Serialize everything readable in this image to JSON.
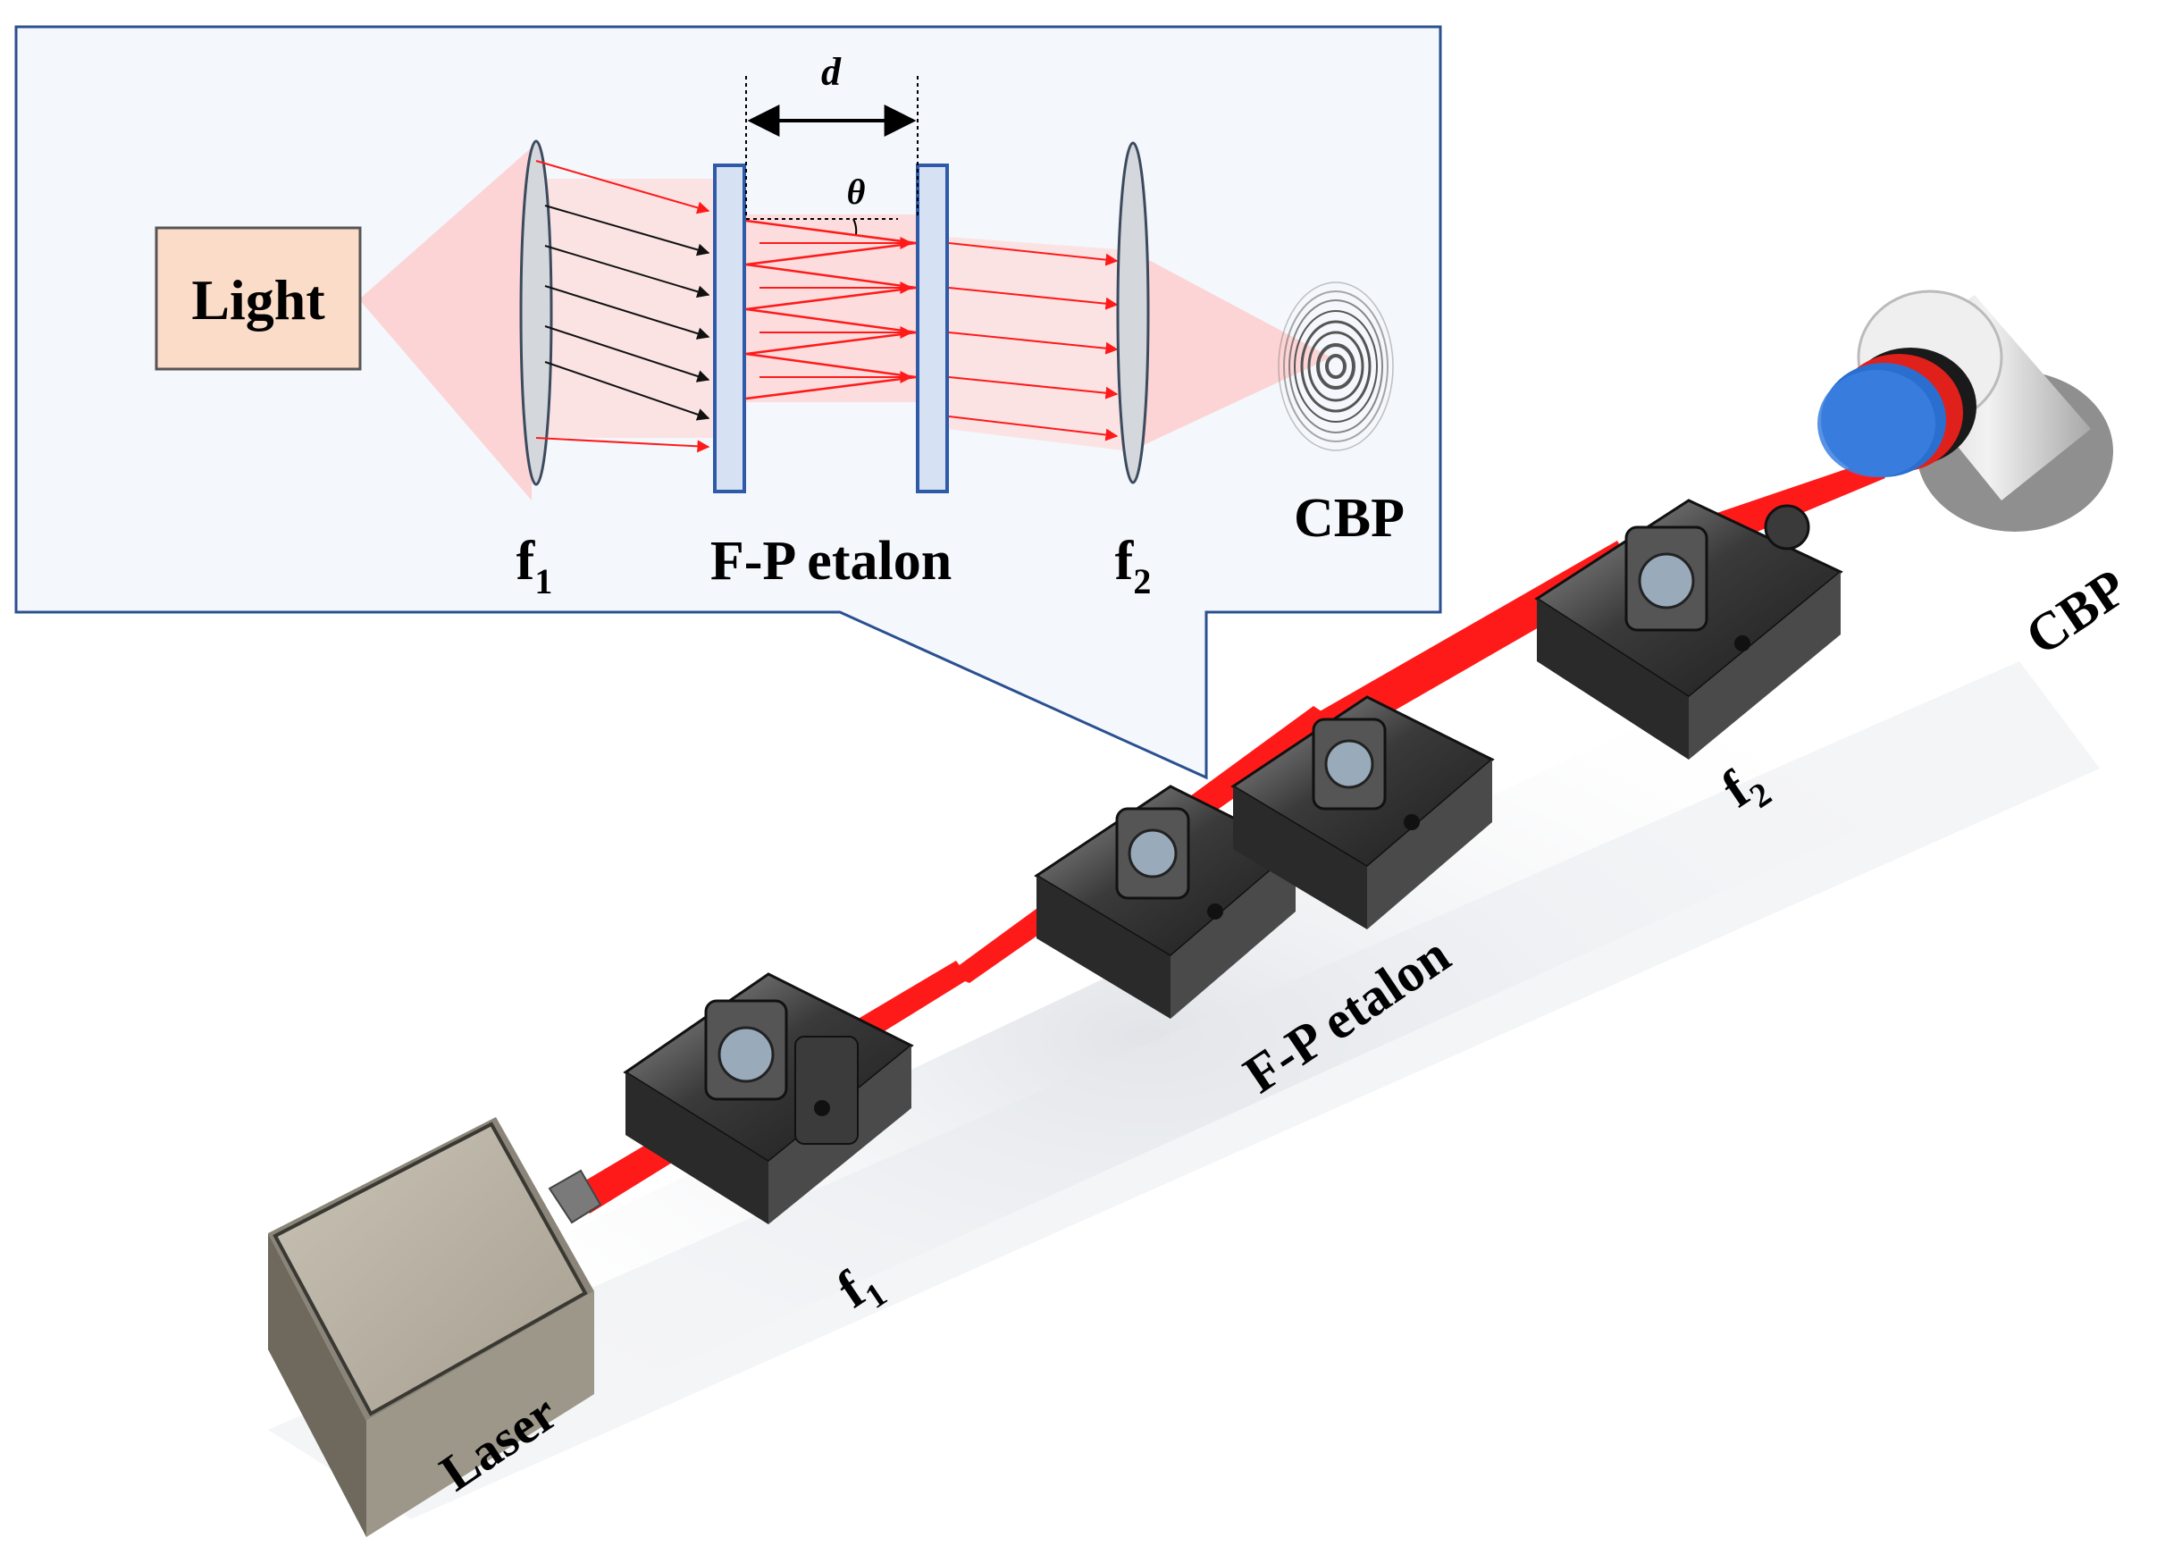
{
  "inset": {
    "light_label": "Light",
    "d_label": "d",
    "theta_label": "θ",
    "f1_label": "f",
    "f1_sub": "1",
    "etalon_label": "F-P etalon",
    "f2_label": "f",
    "f2_sub": "2",
    "cbp_label": "CBP"
  },
  "scene": {
    "laser_label": "Laser",
    "f1_label": "f",
    "f1_sub": "1",
    "etalon_label": "F-P etalon",
    "f2_label": "f",
    "f2_sub": "2",
    "cbp_label": "CBP"
  },
  "colors": {
    "beam": "#ff1a1a",
    "inset_border": "#2a5090",
    "inset_bg": "#f4f7fb",
    "light_box": "#fbdcc8",
    "plate_fill": "#d6e2f3",
    "plate_stroke": "#2f5aa8",
    "cbp_blue": "#2a6fd0",
    "cbp_red": "#e0201a"
  },
  "icons": {
    "laser": "laser-box-icon",
    "mount": "lens-mount-icon",
    "cbp": "cbp-detector-icon",
    "fringes": "interference-rings-icon"
  }
}
